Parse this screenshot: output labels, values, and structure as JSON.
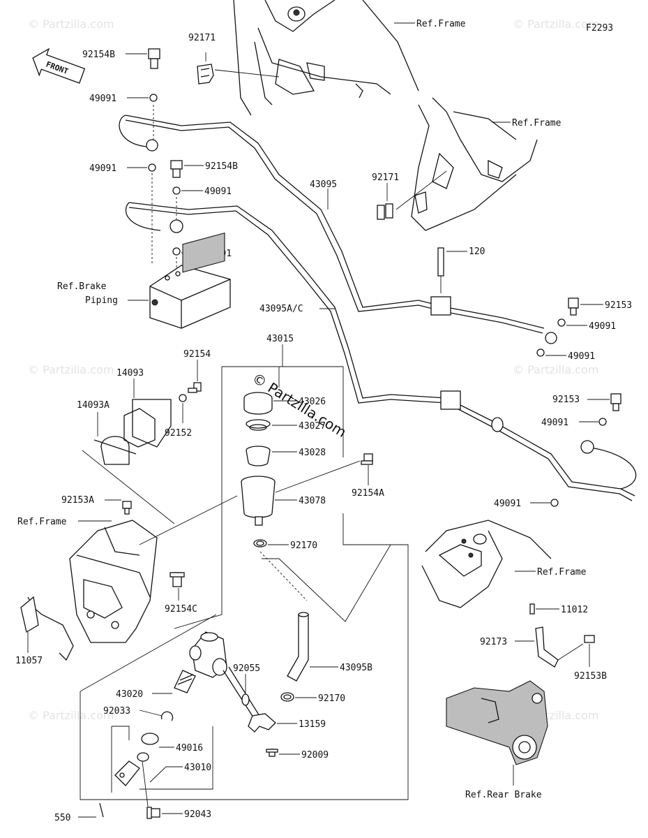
{
  "diagram_id": "F2293",
  "front_label": "FRONT",
  "watermark": "© Partzilla.com",
  "watermark_small": "© Partzilla.com",
  "labels": {
    "p92154B_top": "92154B",
    "p49091_a": "49091",
    "p49091_b": "49091",
    "p92154B_mid": "92154B",
    "p49091_c": "49091",
    "p49091_d": "49091",
    "ref_brake_piping_1": "Ref.Brake",
    "ref_brake_piping_2": "Piping",
    "p92171_top": "92171",
    "ref_frame_top": "Ref.Frame",
    "ref_frame_right": "Ref.Frame",
    "p92171_mid": "92171",
    "p43095": "43095",
    "p120": "120",
    "p92153_a": "92153",
    "p49091_e": "49091",
    "p49091_f": "49091",
    "p43095AC": "43095A/C",
    "p43015": "43015",
    "p43026": "43026",
    "p43027": "43027",
    "p43028": "43028",
    "p92153_b": "92153",
    "p49091_g": "49091",
    "p14093": "14093",
    "p92154": "92154",
    "p14093A": "14093A",
    "p92152": "92152",
    "p92154A": "92154A",
    "p43078": "43078",
    "p49091_h": "49091",
    "p92153A": "92153A",
    "ref_frame_left": "Ref.Frame",
    "p92170_a": "92170",
    "ref_frame_lower": "Ref.Frame",
    "p92154C": "92154C",
    "p11012": "11012",
    "p92173": "92173",
    "p92153B": "92153B",
    "p11057": "11057",
    "p92055": "92055",
    "p43095B": "43095B",
    "p43020": "43020",
    "p92170_b": "92170",
    "p92033": "92033",
    "p13159": "13159",
    "p49016": "49016",
    "p92009": "92009",
    "p43010": "43010",
    "ref_rear_brake": "Ref.Rear Brake",
    "p550": "550",
    "p92043": "92043"
  }
}
